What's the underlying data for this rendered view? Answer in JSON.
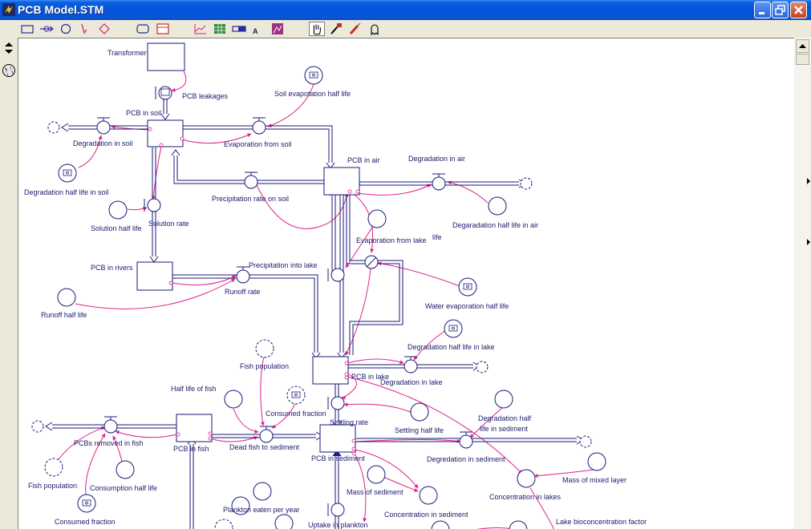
{
  "window": {
    "title": "PCB Model.STM"
  },
  "colors": {
    "diagram": "#1a1a7a",
    "connector": "#e0208a"
  },
  "toolbar": {
    "tools": [
      "stock-tool-icon",
      "flow-tool-icon",
      "converter-tool-icon",
      "connector-tool-icon",
      "decision-tool-icon",
      "button-tool-icon",
      "sector-tool-icon",
      "graph-tool-icon",
      "table-tool-icon",
      "numeric-display-tool-icon",
      "text-tool-icon",
      "picture-tool-icon",
      "hand-tool-icon",
      "paintbrush-tool-icon",
      "dynamite-tool-icon",
      "ghost-tool-icon"
    ]
  },
  "diagram": {
    "labels": {
      "transformer": "Transformer",
      "pcb_leakages": "PCB leakages",
      "pcb_in_soil": "PCB in soil",
      "soil_evap_half_life": "Soil evapotation half life",
      "degradation_in_soil": "Degradation in soil",
      "evaporation_from_soil": "Evaporation from soil",
      "degradation_half_life_soil": "Degradation half life in soil",
      "pcb_in_air": "PCB in air",
      "degradation_in_air": "Degradation in air",
      "precipitation_rate_on_soil": "Precipitation rate on soil",
      "degaradation_half_life_air": "Degaradation half life in air",
      "solution_half_life": "Solution half life",
      "solution_rate": "Solution rate",
      "evaporation_from_lake": "Evaporation from lake",
      "life": "life",
      "pcb_in_rivers": "PCB in rivers",
      "precipitation_into_lake": "Precipitation into lake",
      "runoff_rate": "Runoff rate",
      "water_evap_half_life": "Water evaporation half life",
      "runoff_half_life": "Runoff half life",
      "degradation_half_life_lake": "Degradation half life in lake",
      "fish_population": "Fish population",
      "pcb_in_lake": "PCB in lake",
      "degradation_in_lake": "Degradation in lake",
      "half_life_of_fish": "Half life of fish",
      "consumed_fraction": "Consumed fraction",
      "settling_rate": "Settling rate",
      "degradation_half": "Degradation half",
      "life_in_sediment": "life in sediment",
      "settling_half_life": "Settling half life",
      "pcbs_removed_in_fish": "PCBs removed in fish",
      "pcb_in_fish": "PCB in fish",
      "dead_fish_to_sediment": "Dead fish to sediment",
      "pcb_in_sediment": "PCB in sediment",
      "degredation_in_sediment": "Degredation in sediment",
      "fish_population_2": "Fish population",
      "consumption_half_life": "Consumption half life",
      "mass_of_mixed_layer": "Mass of mixed layer",
      "mass_of_sediment": "Mass of sediment",
      "concentration_in_lakes": "Concentration in lakes",
      "consumed_fraction_2": "Consumed fraction",
      "plankton_eaten_per_year": "Plankton eaten per year",
      "concentration_in_sediment": "Concentration in sediment",
      "uptake_in_plankton": "Uptake in plankton",
      "lake_bioconcentration_factor": "Lake bioconcentration factor"
    }
  }
}
